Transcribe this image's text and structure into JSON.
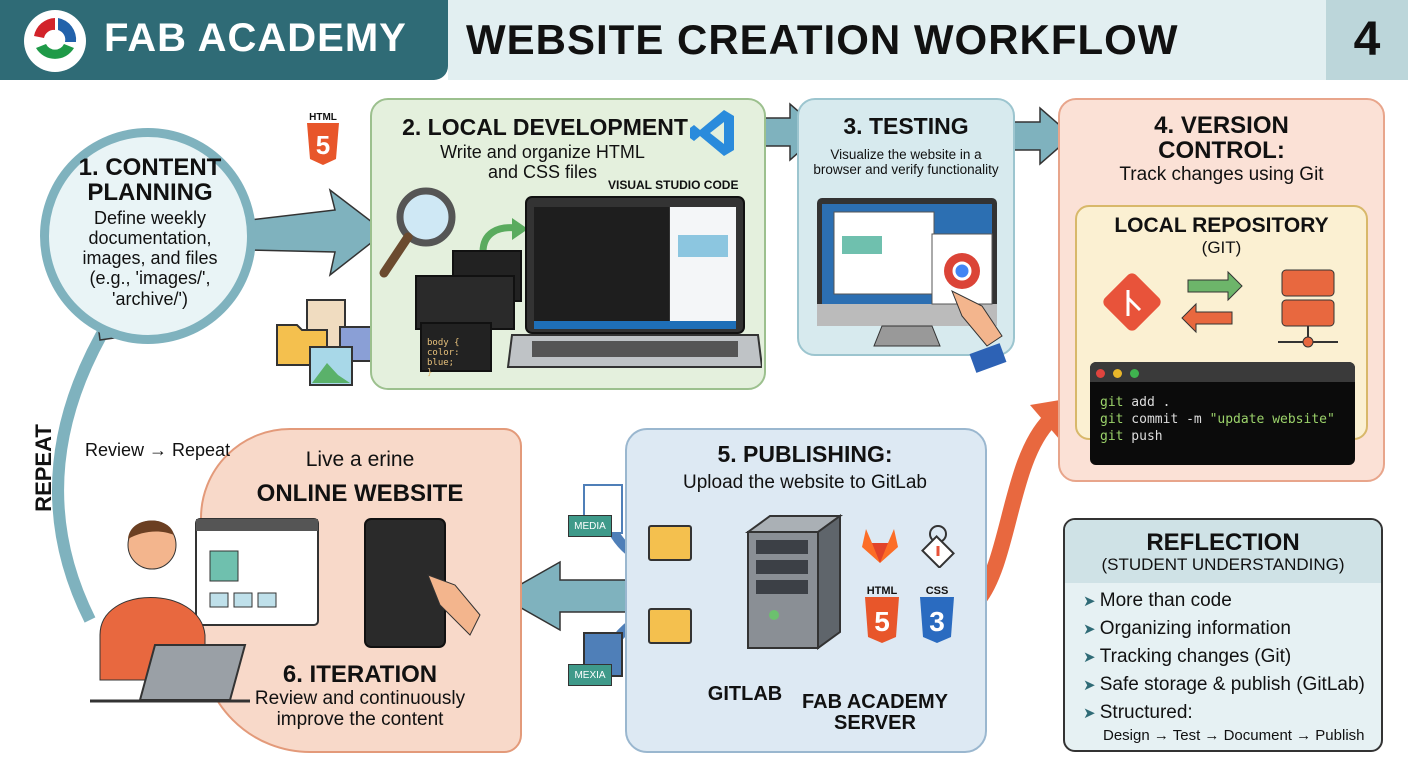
{
  "header": {
    "brand": "FAB ACADEMY",
    "title": "WEBSITE CREATION WORKFLOW",
    "page_number": "4"
  },
  "step1": {
    "title_line1": "1. CONTENT",
    "title_line2": "PLANNING",
    "desc": [
      "Define weekly",
      "documentation,",
      "images, and files",
      "(e.g., 'images/',",
      "'archive/')"
    ]
  },
  "step2": {
    "title": "2. LOCAL DEVELOPMENT",
    "desc_line1": "Write and organize HTML",
    "desc_line2": "and CSS files",
    "tool_label": "VISUAL STUDIO CODE",
    "html_badge": "HTML",
    "code_snippet": [
      "body {",
      "  color: blue;",
      "}"
    ]
  },
  "step3": {
    "title": "3. TESTING",
    "desc_line1": "Visualize the website in a",
    "desc_line2": "browser and verify functionality"
  },
  "step4": {
    "title_line1": "4. VERSION",
    "title_line2": "CONTROL:",
    "desc": "Track changes using Git",
    "repo_title": "LOCAL REPOSITORY",
    "repo_sub": "(GIT)",
    "terminal": [
      {
        "cmd": "git",
        "args": " add ."
      },
      {
        "cmd": "git",
        "args": " commit -m ",
        "str": "\"update website\""
      },
      {
        "cmd": "git",
        "args": " push"
      }
    ]
  },
  "step5": {
    "title": "5. PUBLISHING:",
    "desc": "Upload the website to GitLab",
    "media_label_1": "MEDIA",
    "media_label_2": "MEXIA",
    "gitlab_label": "GITLAB",
    "server_label_line1": "FAB ACADEMY",
    "server_label_line2": "SERVER",
    "html_badge": "HTML",
    "css_badge": "CSS"
  },
  "step6": {
    "live_text": "Live a erine",
    "online_title": "ONLINE WEBSITE",
    "title": "6. ITERATION",
    "desc_line1": "Review and continuously",
    "desc_line2": "improve the content"
  },
  "loop": {
    "repeat_label": "REPEAT",
    "review_label": "Review → Repeat"
  },
  "reflection": {
    "title": "REFLECTION",
    "subtitle": "(STUDENT UNDERSTANDING)",
    "items": [
      "More than code",
      "Organizing information",
      "Tracking changes (Git)",
      "Safe storage & publish (GitLab)",
      "Structured:"
    ],
    "flow": "Design → Test → Document → Publish"
  },
  "colors": {
    "brand": "#2f6b76",
    "arrow": "#7fb2be",
    "orange_arrow": "#e8683f",
    "git": "#e8533a"
  }
}
